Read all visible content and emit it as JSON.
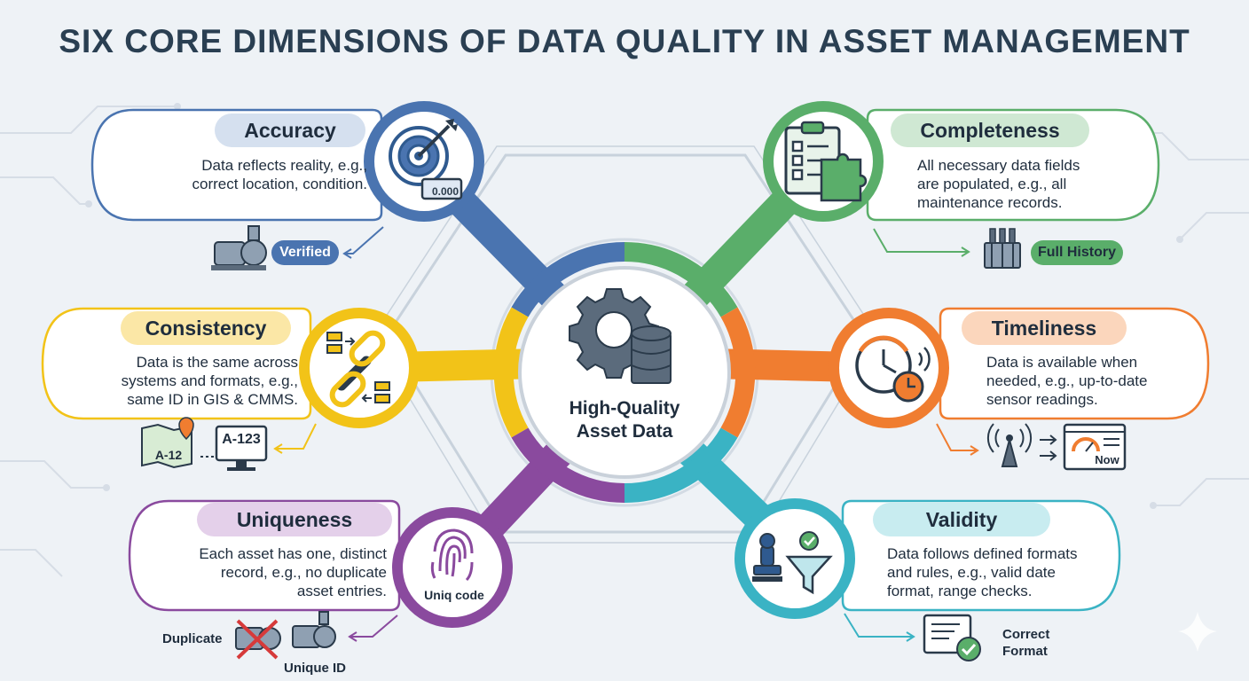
{
  "title": "SIX CORE DIMENSIONS OF DATA QUALITY IN ASSET MANAGEMENT",
  "center": {
    "line1": "High-Quality",
    "line2": "Asset Data"
  },
  "colors": {
    "accuracy": "#4a74b0",
    "completeness": "#5aae6a",
    "consistency": "#f2c318",
    "timeliness": "#f07d30",
    "uniqueness": "#8a4a9e",
    "validity": "#3ab3c4"
  },
  "dimensions": {
    "accuracy": {
      "title": "Accuracy",
      "desc": [
        "Data reflects reality, e.g.,",
        "correct location, condition."
      ],
      "badge": "Verified",
      "icon": "target-icon",
      "gauge_text": "0.000"
    },
    "completeness": {
      "title": "Completeness",
      "desc": [
        "All necessary data fields",
        "are populated, e.g., all",
        "maintenance records."
      ],
      "badge": "Full History",
      "icon": "clipboard-puzzle-icon"
    },
    "consistency": {
      "title": "Consistency",
      "desc": [
        "Data is the same across",
        "systems and formats, e.g.,",
        "same ID in GIS & CMMS."
      ],
      "icon": "chain-link-icon",
      "map_label": "A-12",
      "screen_label": "A-123"
    },
    "timeliness": {
      "title": "Timeliness",
      "desc": [
        "Data is available when",
        "needed, e.g., up-to-date",
        "sensor readings."
      ],
      "icon": "clock-icon",
      "screen_label": "Now"
    },
    "uniqueness": {
      "title": "Uniqueness",
      "desc": [
        "Each asset has one, distinct",
        "record, e.g., no duplicate",
        "asset entries."
      ],
      "icon": "fingerprint-icon",
      "icon_label": "Uniq code",
      "dup_label": "Duplicate",
      "unique_label": "Unique ID"
    },
    "validity": {
      "title": "Validity",
      "desc": [
        "Data follows defined formats",
        "and rules, e.g., valid date",
        "format, range checks."
      ],
      "icon": "stamp-filter-icon",
      "result_label": [
        "Correct",
        "Format"
      ]
    }
  }
}
